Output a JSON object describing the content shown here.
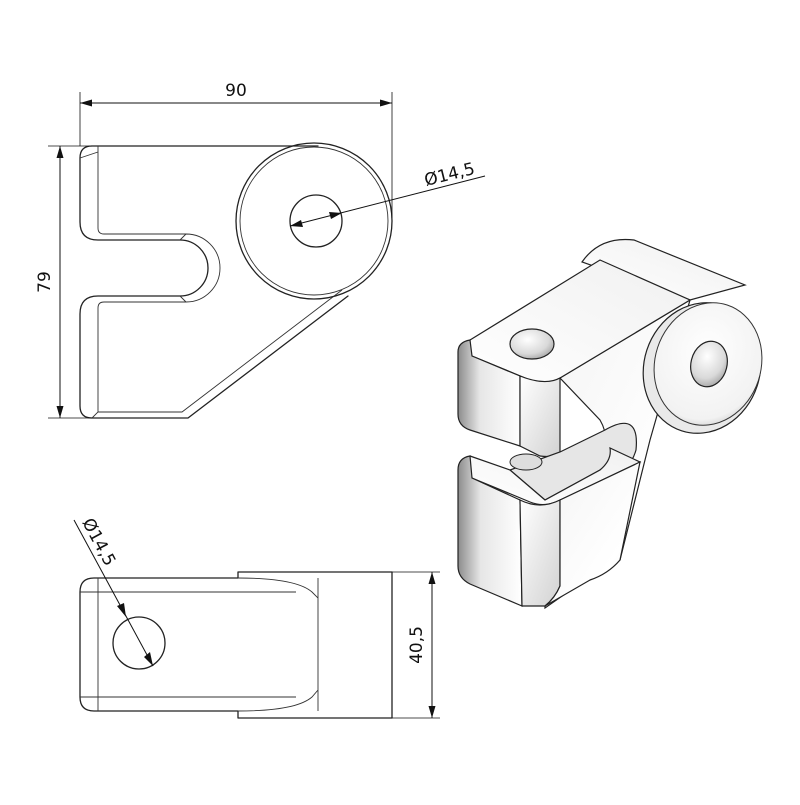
{
  "dimensions": {
    "width_label": "90",
    "height_label": "79",
    "hole_top_label": "Ø14,5",
    "hole_bottom_label": "Ø14,5",
    "depth_label": "40,5"
  },
  "colors": {
    "line": "#222222",
    "background": "#ffffff",
    "shade_light": "#ffffff",
    "shade_dark": "#9a9a9a"
  }
}
